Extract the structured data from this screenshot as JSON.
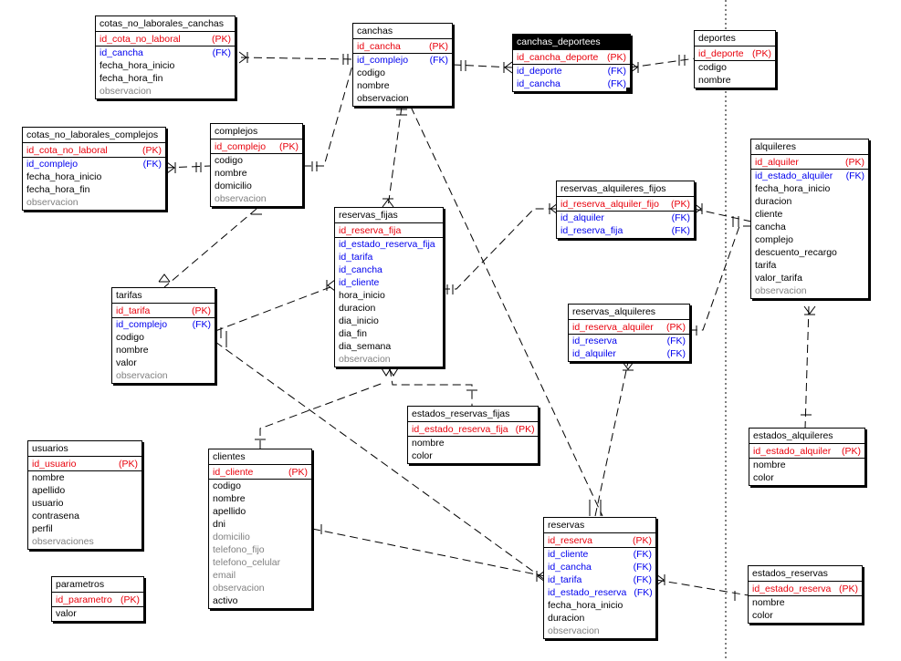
{
  "entities": [
    {
      "id": "cotas_no_laborales_canchas",
      "title": "cotas_no_laborales_canchas",
      "attrs": [
        {
          "name": "id_cota_no_laboral",
          "tag": "(PK)",
          "kind": "pk"
        },
        {
          "name": "id_cancha",
          "tag": "(FK)",
          "kind": "fk"
        },
        {
          "name": "fecha_hora_inicio",
          "tag": "",
          "kind": "plain"
        },
        {
          "name": "fecha_hora_fin",
          "tag": "",
          "kind": "plain"
        },
        {
          "name": "observacion",
          "tag": "",
          "kind": "opt"
        }
      ]
    },
    {
      "id": "canchas",
      "title": "canchas",
      "attrs": [
        {
          "name": "id_cancha",
          "tag": "(PK)",
          "kind": "pk"
        },
        {
          "name": "id_complejo",
          "tag": "(FK)",
          "kind": "fk"
        },
        {
          "name": "codigo",
          "tag": "",
          "kind": "plain"
        },
        {
          "name": "nombre",
          "tag": "",
          "kind": "plain"
        },
        {
          "name": "observacion",
          "tag": "",
          "kind": "plain"
        }
      ]
    },
    {
      "id": "canchas_deportes",
      "title": "canchas_deportees",
      "selected": true,
      "attrs": [
        {
          "name": "id_cancha_deporte",
          "tag": "(PK)",
          "kind": "pk"
        },
        {
          "name": "id_deporte",
          "tag": "(FK)",
          "kind": "fk"
        },
        {
          "name": "id_cancha",
          "tag": "(FK)",
          "kind": "fk"
        }
      ]
    },
    {
      "id": "deportes",
      "title": "deportes",
      "attrs": [
        {
          "name": "id_deporte",
          "tag": "(PK)",
          "kind": "pk"
        },
        {
          "name": "codigo",
          "tag": "",
          "kind": "plain"
        },
        {
          "name": "nombre",
          "tag": "",
          "kind": "plain"
        }
      ]
    },
    {
      "id": "cotas_no_laborales_complejos",
      "title": "cotas_no_laborales_complejos",
      "attrs": [
        {
          "name": "id_cota_no_laboral",
          "tag": "(PK)",
          "kind": "pk"
        },
        {
          "name": "id_complejo",
          "tag": "(FK)",
          "kind": "fk"
        },
        {
          "name": "fecha_hora_inicio",
          "tag": "",
          "kind": "plain"
        },
        {
          "name": "fecha_hora_fin",
          "tag": "",
          "kind": "plain"
        },
        {
          "name": "observacion",
          "tag": "",
          "kind": "opt"
        }
      ]
    },
    {
      "id": "complejos",
      "title": "complejos",
      "attrs": [
        {
          "name": "id_complejo",
          "tag": "(PK)",
          "kind": "pk"
        },
        {
          "name": "codigo",
          "tag": "",
          "kind": "plain"
        },
        {
          "name": "nombre",
          "tag": "",
          "kind": "plain"
        },
        {
          "name": "domicilio",
          "tag": "",
          "kind": "plain"
        },
        {
          "name": "observacion",
          "tag": "",
          "kind": "opt"
        }
      ]
    },
    {
      "id": "reservas_fijas",
      "title": "reservas_fijas",
      "attrs": [
        {
          "name": "id_reserva_fija",
          "tag": "",
          "kind": "pk"
        },
        {
          "name": "id_estado_reserva_fija",
          "tag": "",
          "kind": "fk"
        },
        {
          "name": "id_tarifa",
          "tag": "",
          "kind": "fk"
        },
        {
          "name": "id_cancha",
          "tag": "",
          "kind": "fk"
        },
        {
          "name": "id_cliente",
          "tag": "",
          "kind": "fk"
        },
        {
          "name": "hora_inicio",
          "tag": "",
          "kind": "plain"
        },
        {
          "name": "duracion",
          "tag": "",
          "kind": "plain"
        },
        {
          "name": "dia_inicio",
          "tag": "",
          "kind": "plain"
        },
        {
          "name": "dia_fin",
          "tag": "",
          "kind": "plain"
        },
        {
          "name": "dia_semana",
          "tag": "",
          "kind": "plain"
        },
        {
          "name": "observacion",
          "tag": "",
          "kind": "opt"
        }
      ]
    },
    {
      "id": "reservas_alquileres_fijos",
      "title": "reservas_alquileres_fijos",
      "attrs": [
        {
          "name": "id_reserva_alquiler_fijo",
          "tag": "(PK)",
          "kind": "pk"
        },
        {
          "name": "id_alquiler",
          "tag": "(FK)",
          "kind": "fk"
        },
        {
          "name": "id_reserva_fija",
          "tag": "(FK)",
          "kind": "fk"
        }
      ]
    },
    {
      "id": "alquileres",
      "title": "alquileres",
      "attrs": [
        {
          "name": "id_alquiler",
          "tag": "(PK)",
          "kind": "pk"
        },
        {
          "name": "id_estado_alquiler",
          "tag": "(FK)",
          "kind": "fk"
        },
        {
          "name": "fecha_hora_inicio",
          "tag": "",
          "kind": "plain"
        },
        {
          "name": "duracion",
          "tag": "",
          "kind": "plain"
        },
        {
          "name": "cliente",
          "tag": "",
          "kind": "plain"
        },
        {
          "name": "cancha",
          "tag": "",
          "kind": "plain"
        },
        {
          "name": "complejo",
          "tag": "",
          "kind": "plain"
        },
        {
          "name": "descuento_recargo",
          "tag": "",
          "kind": "plain"
        },
        {
          "name": "tarifa",
          "tag": "",
          "kind": "plain"
        },
        {
          "name": "valor_tarifa",
          "tag": "",
          "kind": "plain"
        },
        {
          "name": "observacion",
          "tag": "",
          "kind": "opt"
        }
      ]
    },
    {
      "id": "tarifas",
      "title": "tarifas",
      "attrs": [
        {
          "name": "id_tarifa",
          "tag": "(PK)",
          "kind": "pk"
        },
        {
          "name": "id_complejo",
          "tag": "(FK)",
          "kind": "fk"
        },
        {
          "name": "codigo",
          "tag": "",
          "kind": "plain"
        },
        {
          "name": "nombre",
          "tag": "",
          "kind": "plain"
        },
        {
          "name": "valor",
          "tag": "",
          "kind": "plain"
        },
        {
          "name": "observacion",
          "tag": "",
          "kind": "opt"
        }
      ]
    },
    {
      "id": "reservas_alquileres",
      "title": "reservas_alquileres",
      "attrs": [
        {
          "name": "id_reserva_alquiler",
          "tag": "(PK)",
          "kind": "pk"
        },
        {
          "name": "id_reserva",
          "tag": "(FK)",
          "kind": "fk"
        },
        {
          "name": "id_alquiler",
          "tag": "(FK)",
          "kind": "fk"
        }
      ]
    },
    {
      "id": "estados_reservas_fijas",
      "title": "estados_reservas_fijas",
      "attrs": [
        {
          "name": "id_estado_reserva_fija",
          "tag": "(PK)",
          "kind": "pk"
        },
        {
          "name": "nombre",
          "tag": "",
          "kind": "plain"
        },
        {
          "name": "color",
          "tag": "",
          "kind": "plain"
        }
      ]
    },
    {
      "id": "estados_alquileres",
      "title": "estados_alquileres",
      "attrs": [
        {
          "name": "id_estado_alquiler",
          "tag": "(PK)",
          "kind": "pk"
        },
        {
          "name": "nombre",
          "tag": "",
          "kind": "plain"
        },
        {
          "name": "color",
          "tag": "",
          "kind": "plain"
        }
      ]
    },
    {
      "id": "usuarios",
      "title": "usuarios",
      "attrs": [
        {
          "name": "id_usuario",
          "tag": "(PK)",
          "kind": "pk"
        },
        {
          "name": "nombre",
          "tag": "",
          "kind": "plain"
        },
        {
          "name": "apellido",
          "tag": "",
          "kind": "plain"
        },
        {
          "name": "usuario",
          "tag": "",
          "kind": "plain"
        },
        {
          "name": "contrasena",
          "tag": "",
          "kind": "plain"
        },
        {
          "name": "perfil",
          "tag": "",
          "kind": "plain"
        },
        {
          "name": "observaciones",
          "tag": "",
          "kind": "opt"
        }
      ]
    },
    {
      "id": "clientes",
      "title": "clientes",
      "attrs": [
        {
          "name": "id_cliente",
          "tag": "(PK)",
          "kind": "pk"
        },
        {
          "name": "codigo",
          "tag": "",
          "kind": "plain"
        },
        {
          "name": "nombre",
          "tag": "",
          "kind": "plain"
        },
        {
          "name": "apellido",
          "tag": "",
          "kind": "plain"
        },
        {
          "name": "dni",
          "tag": "",
          "kind": "plain"
        },
        {
          "name": "domicilio",
          "tag": "",
          "kind": "opt"
        },
        {
          "name": "telefono_fijo",
          "tag": "",
          "kind": "opt"
        },
        {
          "name": "telefono_celular",
          "tag": "",
          "kind": "opt"
        },
        {
          "name": "email",
          "tag": "",
          "kind": "opt"
        },
        {
          "name": "observacion",
          "tag": "",
          "kind": "opt"
        },
        {
          "name": "activo",
          "tag": "",
          "kind": "plain"
        }
      ]
    },
    {
      "id": "reservas",
      "title": "reservas",
      "attrs": [
        {
          "name": "id_reserva",
          "tag": "(PK)",
          "kind": "pk"
        },
        {
          "name": "id_cliente",
          "tag": "(FK)",
          "kind": "fk"
        },
        {
          "name": "id_cancha",
          "tag": "(FK)",
          "kind": "fk"
        },
        {
          "name": "id_tarifa",
          "tag": "(FK)",
          "kind": "fk"
        },
        {
          "name": "id_estado_reserva",
          "tag": "(FK)",
          "kind": "fk"
        },
        {
          "name": "fecha_hora_inicio",
          "tag": "",
          "kind": "plain"
        },
        {
          "name": "duracion",
          "tag": "",
          "kind": "plain"
        },
        {
          "name": "observacion",
          "tag": "",
          "kind": "opt"
        }
      ]
    },
    {
      "id": "parametros",
      "title": "parametros",
      "attrs": [
        {
          "name": "id_parametro",
          "tag": "(PK)",
          "kind": "pk"
        },
        {
          "name": "valor",
          "tag": "",
          "kind": "plain"
        }
      ]
    },
    {
      "id": "estados_reservas",
      "title": "estados_reservas",
      "attrs": [
        {
          "name": "id_estado_reserva",
          "tag": "(PK)",
          "kind": "pk"
        },
        {
          "name": "nombre",
          "tag": "",
          "kind": "plain"
        },
        {
          "name": "color",
          "tag": "",
          "kind": "plain"
        }
      ]
    }
  ],
  "relationships": [
    {
      "from": "canchas",
      "to": "cotas_no_laborales_canchas"
    },
    {
      "from": "canchas",
      "to": "canchas_deportes"
    },
    {
      "from": "deportes",
      "to": "canchas_deportes"
    },
    {
      "from": "complejos",
      "to": "canchas"
    },
    {
      "from": "complejos",
      "to": "cotas_no_laborales_complejos"
    },
    {
      "from": "complejos",
      "to": "tarifas"
    },
    {
      "from": "canchas",
      "to": "reservas_fijas"
    },
    {
      "from": "canchas",
      "to": "reservas"
    },
    {
      "from": "tarifas",
      "to": "reservas_fijas"
    },
    {
      "from": "tarifas",
      "to": "reservas"
    },
    {
      "from": "reservas_fijas",
      "to": "reservas_alquileres_fijos"
    },
    {
      "from": "alquileres",
      "to": "reservas_alquileres_fijos"
    },
    {
      "from": "alquileres",
      "to": "reservas_alquileres"
    },
    {
      "from": "reservas",
      "to": "reservas_alquileres"
    },
    {
      "from": "estados_reservas_fijas",
      "to": "reservas_fijas"
    },
    {
      "from": "clientes",
      "to": "reservas_fijas"
    },
    {
      "from": "clientes",
      "to": "reservas"
    },
    {
      "from": "estados_alquileres",
      "to": "alquileres"
    },
    {
      "from": "estados_reservas",
      "to": "reservas"
    }
  ]
}
